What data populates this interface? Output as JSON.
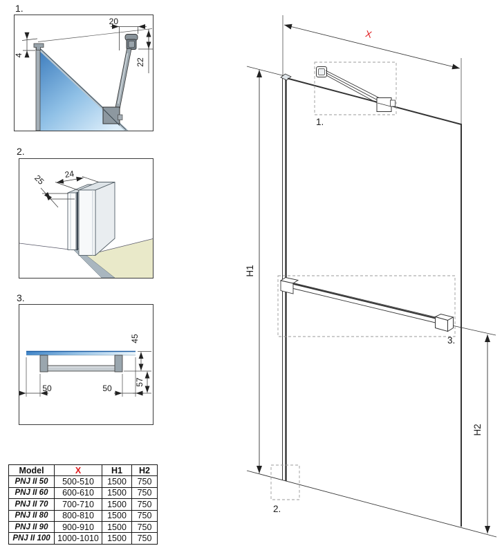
{
  "colors": {
    "accent_red": "#e0191c",
    "line_dark": "#333333"
  },
  "details": {
    "d1": {
      "label": "1.",
      "dim_top": "20",
      "dim_left": "4",
      "dim_right": "22"
    },
    "d2": {
      "label": "2.",
      "dim_width": "24",
      "dim_depth": "25"
    },
    "d3": {
      "label": "3.",
      "dim_upper": "45",
      "dim_lower": "57",
      "dim_left": "50",
      "dim_right": "50"
    }
  },
  "main": {
    "dim_width": "X",
    "dim_height_full": "H1",
    "dim_height_rail": "H2",
    "callout_arm": "1.",
    "callout_profile": "2.",
    "callout_rail": "3."
  },
  "table": {
    "headers": {
      "model": "Model",
      "x": "X",
      "h1": "H1",
      "h2": "H2"
    },
    "rows": [
      {
        "model": "PNJ II 50",
        "x": "500-510",
        "h1": "1500",
        "h2": "750"
      },
      {
        "model": "PNJ II 60",
        "x": "600-610",
        "h1": "1500",
        "h2": "750"
      },
      {
        "model": "PNJ II 70",
        "x": "700-710",
        "h1": "1500",
        "h2": "750"
      },
      {
        "model": "PNJ II 80",
        "x": "800-810",
        "h1": "1500",
        "h2": "750"
      },
      {
        "model": "PNJ II 90",
        "x": "900-910",
        "h1": "1500",
        "h2": "750"
      },
      {
        "model": "PNJ II 100",
        "x": "1000-1010",
        "h1": "1500",
        "h2": "750"
      }
    ]
  }
}
